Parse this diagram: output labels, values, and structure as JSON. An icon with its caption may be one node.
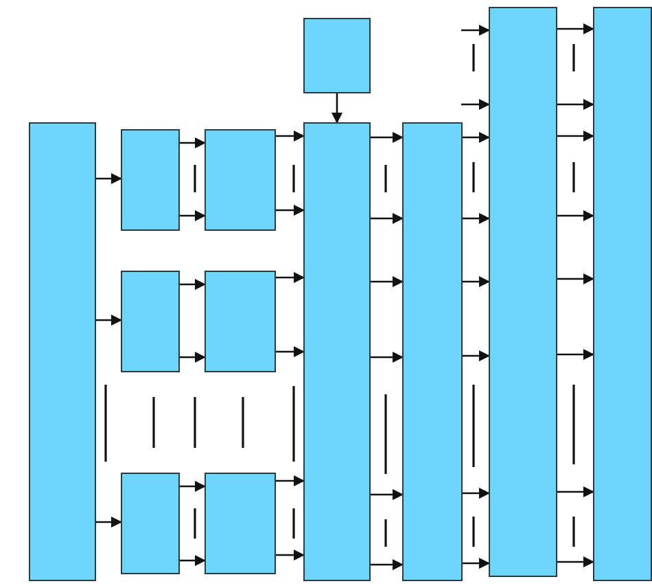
{
  "diagram": {
    "nodes": [
      {
        "text": [],
        "shape": "box"
      },
      {
        "text": [],
        "shape": "box"
      },
      {
        "text": [],
        "shape": "box"
      },
      {
        "text": [],
        "shape": "box"
      },
      {
        "text": [],
        "shape": "box"
      },
      {
        "text": [],
        "shape": "box"
      },
      {
        "text": [],
        "shape": "box"
      },
      {
        "text": [],
        "shape": "box"
      },
      {
        "text": [],
        "shape": "box"
      },
      {
        "text": [],
        "shape": "box"
      },
      {
        "text": [],
        "shape": "box"
      },
      {
        "text": [],
        "shape": "box"
      }
    ],
    "edges": [
      {
        "from": 0,
        "to": 1,
        "arrow": "to"
      },
      {
        "from": 0,
        "to": 3,
        "arrow": "to"
      },
      {
        "from": 0,
        "to": 5,
        "arrow": "to"
      },
      {
        "from": 1,
        "to": 2,
        "arrow": "to"
      },
      {
        "from": 1,
        "to": 2,
        "arrow": "to"
      },
      {
        "from": 3,
        "to": 4,
        "arrow": "to"
      },
      {
        "from": 3,
        "to": 4,
        "arrow": "to"
      },
      {
        "from": 5,
        "to": 6,
        "arrow": "to"
      },
      {
        "from": 5,
        "to": 6,
        "arrow": "to"
      },
      {
        "from": 2,
        "to": 8,
        "arrow": "to"
      },
      {
        "from": 2,
        "to": 8,
        "arrow": "to"
      },
      {
        "from": 4,
        "to": 8,
        "arrow": "to"
      },
      {
        "from": 4,
        "to": 8,
        "arrow": "to"
      },
      {
        "from": 6,
        "to": 8,
        "arrow": "to"
      },
      {
        "from": 6,
        "to": 8,
        "arrow": "to"
      },
      {
        "from": 7,
        "to": 8,
        "arrow": "to"
      },
      {
        "from": 8,
        "to": 9,
        "arrow": "to"
      },
      {
        "from": 8,
        "to": 9,
        "arrow": "to"
      },
      {
        "from": 8,
        "to": 9,
        "arrow": "to"
      },
      {
        "from": 8,
        "to": 9,
        "arrow": "to"
      },
      {
        "from": 8,
        "to": 9,
        "arrow": "to"
      },
      {
        "from": 8,
        "to": 9,
        "arrow": "to"
      },
      {
        "from": 9,
        "to": 10,
        "arrow": "to"
      },
      {
        "from": 9,
        "to": 10,
        "arrow": "to"
      },
      {
        "from": 9,
        "to": 10,
        "arrow": "to"
      },
      {
        "from": 9,
        "to": 10,
        "arrow": "to"
      },
      {
        "from": 9,
        "to": 10,
        "arrow": "to"
      },
      {
        "from": 9,
        "to": 10,
        "arrow": "to"
      },
      {
        "from": null,
        "to": 10,
        "arrow": "to"
      },
      {
        "from": null,
        "to": 10,
        "arrow": "to"
      },
      {
        "from": 10,
        "to": 11,
        "arrow": "to"
      },
      {
        "from": 10,
        "to": 11,
        "arrow": "to"
      },
      {
        "from": 10,
        "to": 11,
        "arrow": "to"
      },
      {
        "from": 10,
        "to": 11,
        "arrow": "to"
      },
      {
        "from": 10,
        "to": 11,
        "arrow": "to"
      },
      {
        "from": 10,
        "to": 11,
        "arrow": "to"
      },
      {
        "from": 10,
        "to": 11,
        "arrow": "to"
      },
      {
        "from": 10,
        "to": 11,
        "arrow": "to"
      }
    ]
  }
}
